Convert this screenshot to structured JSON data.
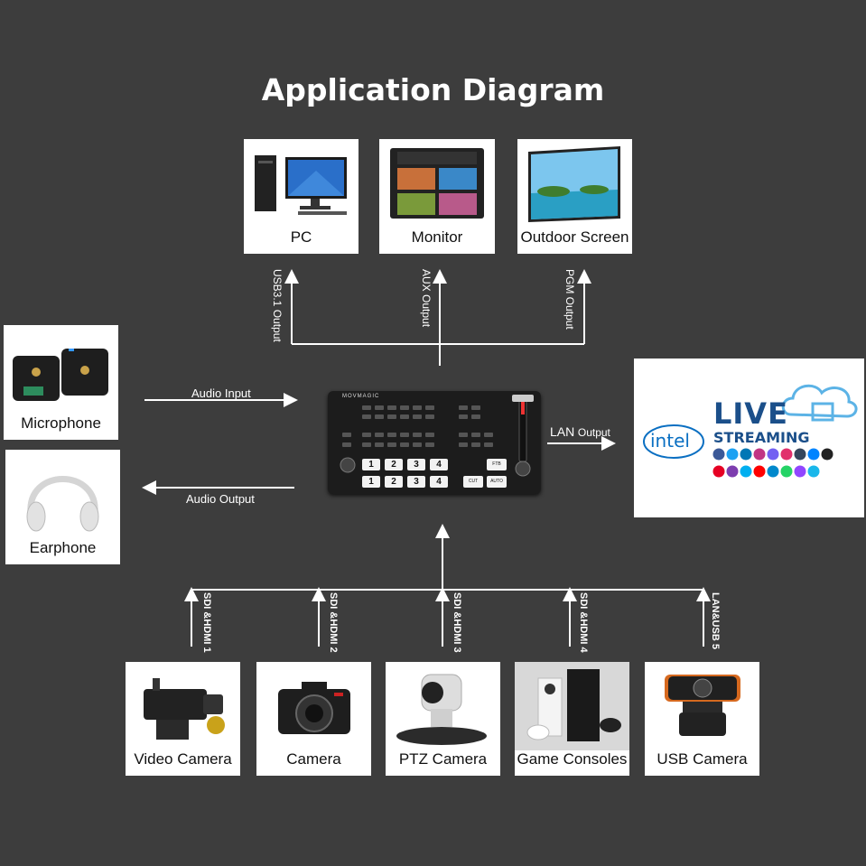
{
  "title": "Application Diagram",
  "outputs": {
    "pc": "PC",
    "monitor": "Monitor",
    "outdoor": "Outdoor Screen",
    "usb_output": "USB3.1 Output",
    "aux_output": "AUX Output",
    "pgm_output": "PGM Output"
  },
  "audio": {
    "microphone": "Microphone",
    "earphone": "Earphone",
    "input_label": "Audio Input",
    "output_label": "Audio Output"
  },
  "lan": {
    "lan_word": "LAN",
    "output_word": "Output"
  },
  "device": {
    "brand": "MOVMAGIC",
    "keys_row1": [
      "1",
      "2",
      "3",
      "4"
    ],
    "keys_row2": [
      "1",
      "2",
      "3",
      "4"
    ],
    "ftb": "FTB",
    "cut": "CUT",
    "auto": "AUTO"
  },
  "streaming": {
    "intel": "intel",
    "live": "LIVE",
    "streaming": "STREAMING"
  },
  "inputs": {
    "labels": [
      "SDI &HDMI 1",
      "SDI &HDMI 2",
      "SDI &HDMI 3",
      "SDI &HDMI 4",
      "LAN&USB 5"
    ],
    "video_camera": "Video Camera",
    "camera": "Camera",
    "ptz_camera": "PTZ Camera",
    "game_consoles": "Game Consoles",
    "usb_camera": "USB Camera"
  },
  "colors": {
    "background": "#3d3d3d",
    "line": "#ffffff",
    "live_blue": "#1b4f8a",
    "live_green": "#2f9a5c"
  }
}
